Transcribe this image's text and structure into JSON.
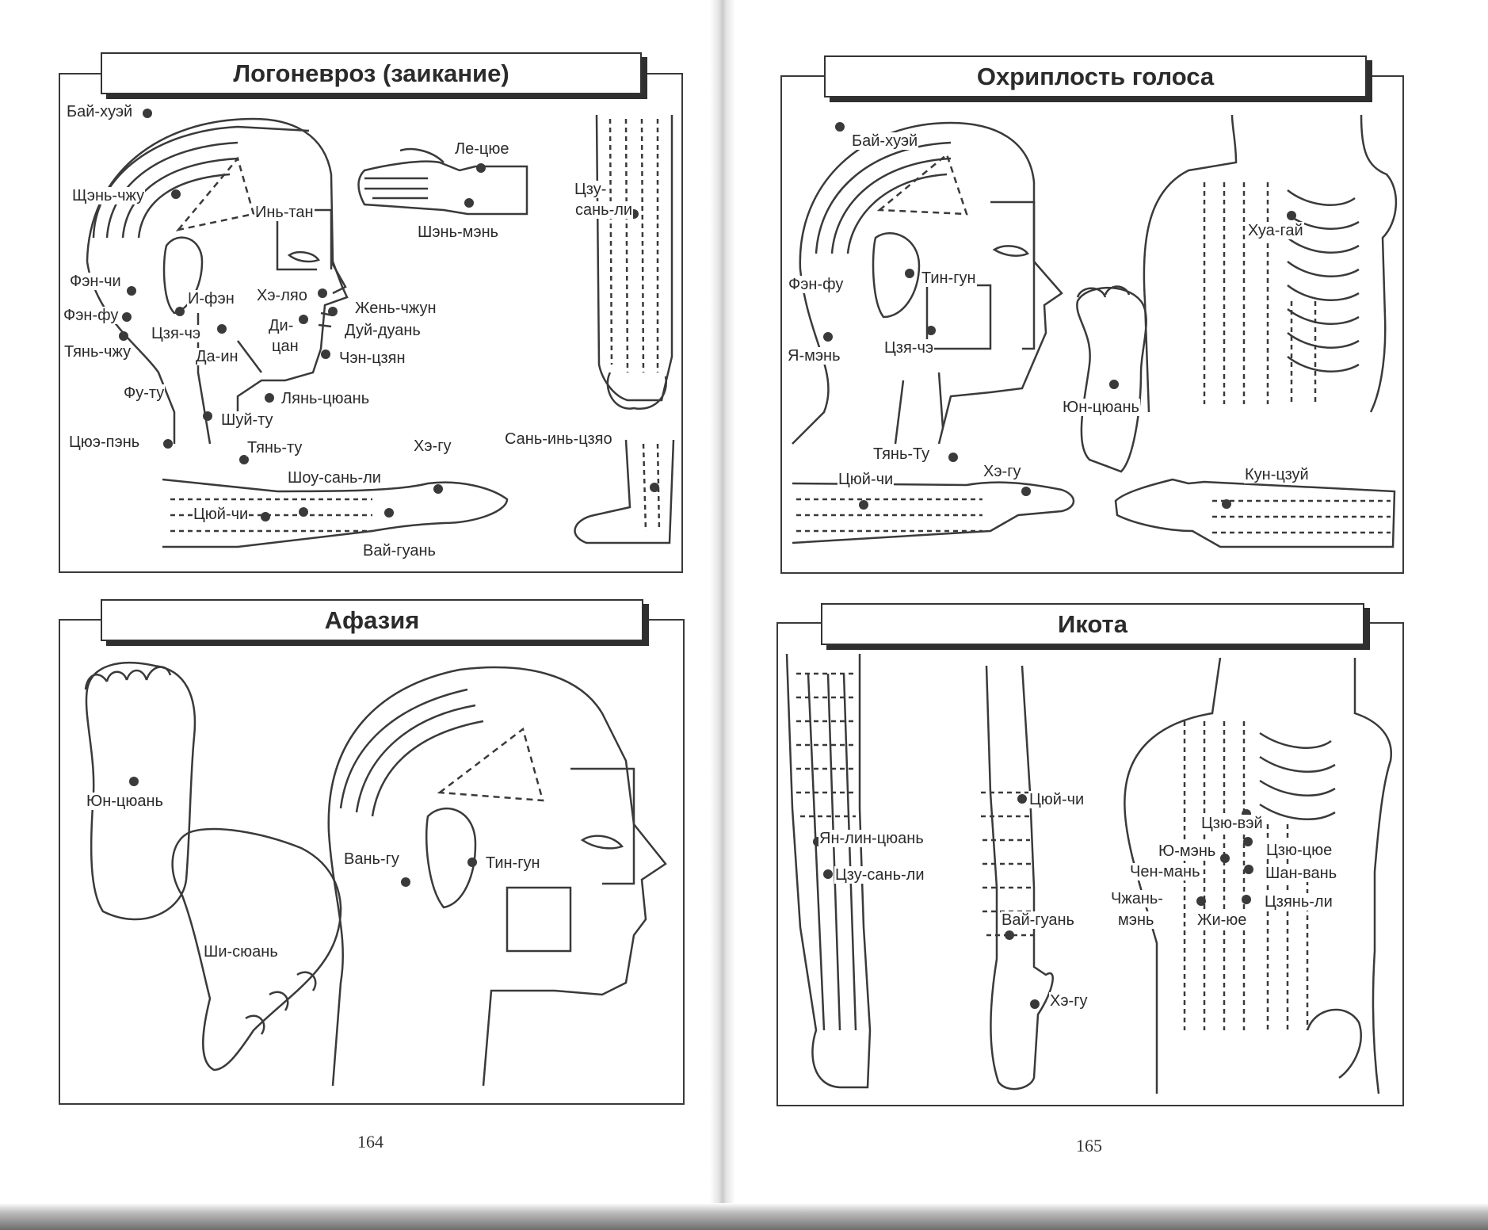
{
  "pages": {
    "left_number": "164",
    "right_number": "165"
  },
  "panels": {
    "logonevroz": {
      "title": "Логоневроз (заикание)",
      "labels": {
        "bai_huei": "Бай-хуэй",
        "le_tsyue": "Ле-цюе",
        "shen_chzhu": "Щэнь-чжу",
        "in_tan": "Инь-тан",
        "shen_men": "Шэнь-мэнь",
        "tszu": "Цзу-",
        "san_li": "сань-ли",
        "fen_chi": "Фэн-чи",
        "fen_fu": "Фэн-фу",
        "i_fen": "И-фэн",
        "he_lyao": "Хэ-ляо",
        "zhen_chzhun": "Жень-чжун",
        "di": "Ди-",
        "tsan": "цан",
        "dui_duan": "Дуй-дуань",
        "tszya_che": "Цзя-чэ",
        "tyan_chzhu": "Тянь-чжу",
        "da_in": "Да-ин",
        "chen_tszyan": "Чэн-цзян",
        "fu_tu": "Фу-ту",
        "lyan_tsyuan": "Лянь-цюань",
        "shui_tu": "Шуй-ту",
        "tsyue_pen": "Цюэ-пэнь",
        "tyan_tu": "Тянь-ту",
        "he_gu": "Хэ-гу",
        "san_in_tszyao": "Сань-инь-цзяо",
        "shou_san_li": "Шоу-сань-ли",
        "tsyui_chi": "Цюй-чи",
        "vai_guan": "Вай-гуань"
      }
    },
    "ohriplost": {
      "title": "Охриплость голоса",
      "labels": {
        "bai_huei": "Бай-хуэй",
        "hua_gai": "Хуа-гай",
        "fen_fu": "Фэн-фу",
        "tin_gun": "Тин-гун",
        "ya_men": "Я-мэнь",
        "tszya_che": "Цзя-чэ",
        "yun_tsyuan": "Юн-цюань",
        "tyan_tu": "Тянь-Ту",
        "tsyui_chi": "Цюй-чи",
        "he_gu": "Хэ-гу",
        "kun_tszui": "Кун-цзуй"
      }
    },
    "afaziya": {
      "title": "Афазия",
      "labels": {
        "yun_tsyuan": "Юн-цюань",
        "van_gu": "Вань-гу",
        "tin_gun": "Тин-гун",
        "shi_syuan": "Ши-сюань"
      }
    },
    "ikota": {
      "title": "Икота",
      "labels": {
        "tsyui_chi": "Цюй-чи",
        "yan_lin_tsyuan": "Ян-лин-цюань",
        "tszu_san_li": "Цзу-сань-ли",
        "vai_guan": "Вай-гуань",
        "he_gu": "Хэ-гу",
        "tszyu_vei": "Цзю-вэй",
        "yu_men": "Ю-мэнь",
        "tszyu_tsyue": "Цзю-цюе",
        "chen_man": "Чен-мань",
        "shan_van": "Шан-вань",
        "chzhan": "Чжань-",
        "men": "мэнь",
        "tszyan_li": "Цзянь-ли",
        "zhi_yue": "Жи-юе"
      }
    }
  },
  "colors": {
    "ink": "#2b2b2b",
    "point": "#3a3a3a",
    "paper": "#ffffff"
  }
}
